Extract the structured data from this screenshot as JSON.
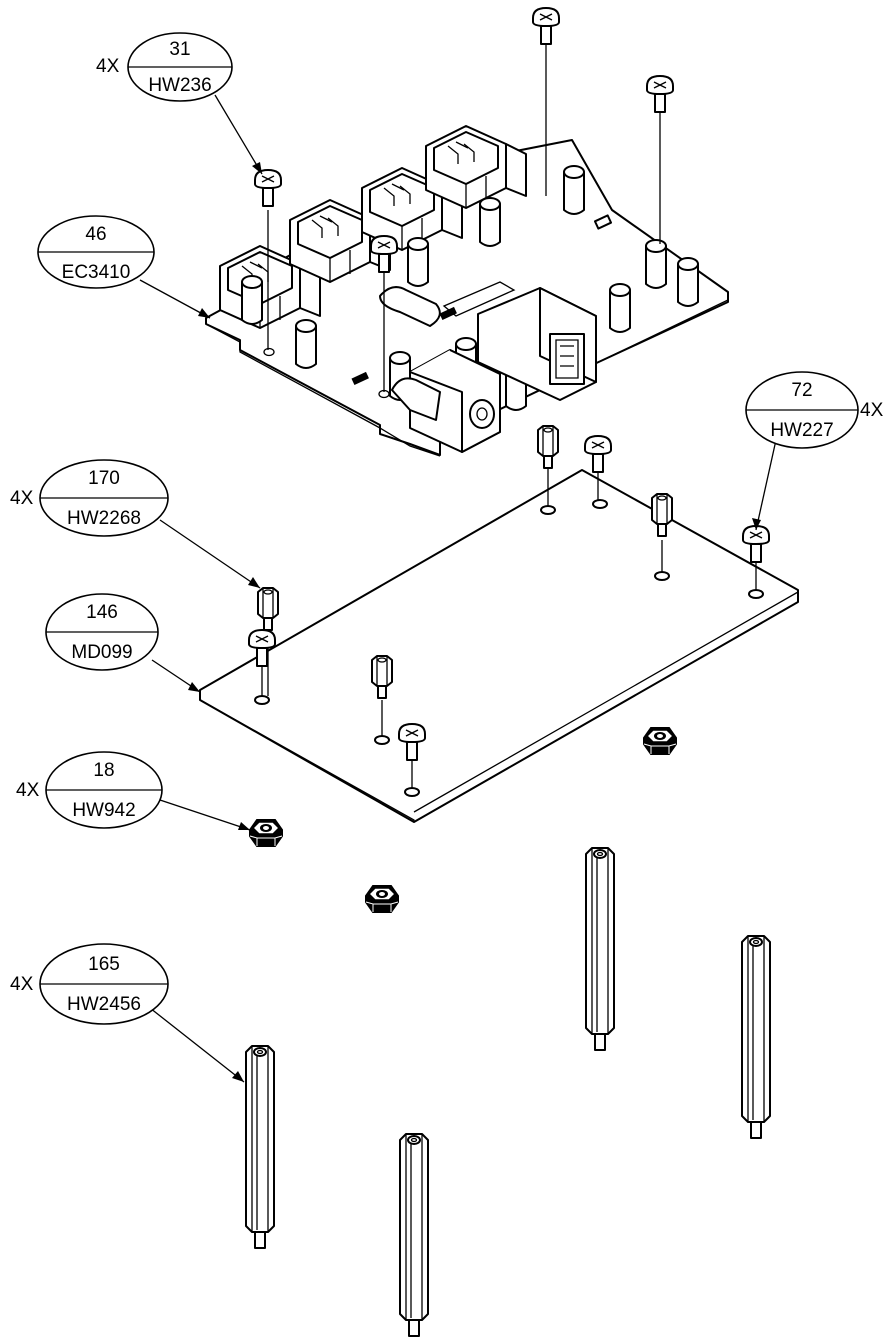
{
  "callouts": [
    {
      "id": "screw-pcb",
      "qty": "4X",
      "item": "31",
      "part": "HW236"
    },
    {
      "id": "pcb",
      "qty": "",
      "item": "46",
      "part": "EC3410"
    },
    {
      "id": "screw-plate",
      "qty": "4X",
      "item": "72",
      "part": "HW227"
    },
    {
      "id": "short-standoff",
      "qty": "4X",
      "item": "170",
      "part": "HW2268"
    },
    {
      "id": "mounting-plate",
      "qty": "",
      "item": "146",
      "part": "MD099"
    },
    {
      "id": "hex-nut",
      "qty": "4X",
      "item": "18",
      "part": "HW942"
    },
    {
      "id": "long-standoff",
      "qty": "4X",
      "item": "165",
      "part": "HW2456"
    }
  ]
}
